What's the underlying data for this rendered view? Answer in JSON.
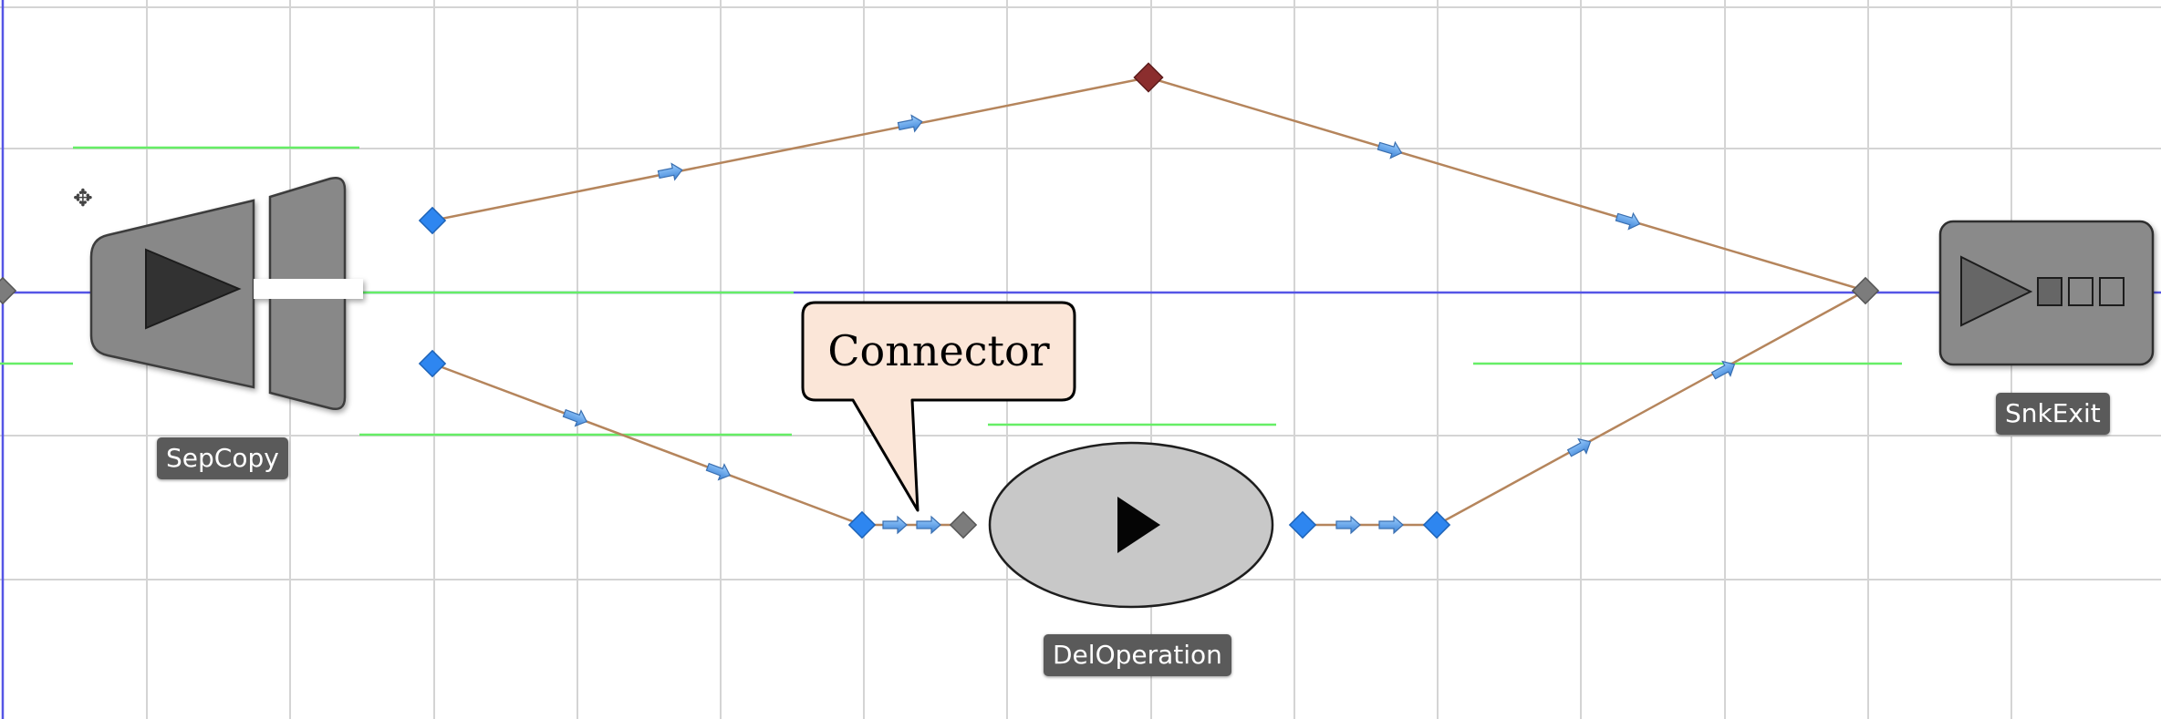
{
  "nodes": {
    "separator": {
      "label": "SepCopy"
    },
    "delay": {
      "label": "DelOperation"
    },
    "sink": {
      "label": "SnkExit"
    }
  },
  "callout": {
    "text": "Connector"
  },
  "icons": [
    "separator-icon",
    "play-icon",
    "sink-icon",
    "move-cursor-icon",
    "flow-arrow-icon"
  ],
  "colors": {
    "grid": "#d4d4d4",
    "guide_blue": "#5555e6",
    "guide_green": "#66ee66",
    "connector_line": "#b5855c",
    "handle_blue": "#2e86f0",
    "handle_red": "#8b2e2e",
    "handle_gray": "#7c7c7c",
    "node_fill": "#8a8a8a",
    "callout_fill": "#fbe6d8"
  }
}
